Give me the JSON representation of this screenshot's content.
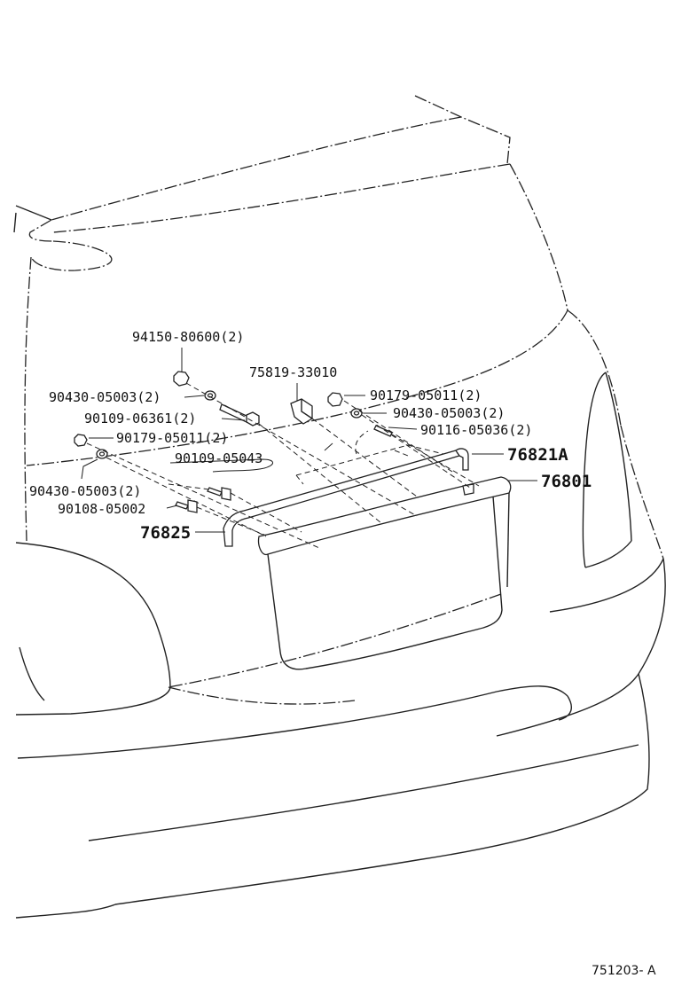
{
  "parts": {
    "p94150": "94150-80600(2)",
    "p75819": "75819-33010",
    "p90430a": "90430-05003(2)",
    "p90109a": "90109-06361(2)",
    "p90179a": "90179-05011(2)",
    "p90179b": "90179-05011(2)",
    "p90430b": "90430-05003(2)",
    "p90116": "90116-05036(2)",
    "p90109b": "90109-05043",
    "p90430c": "90430-05003(2)",
    "p90108": "90108-05002",
    "p76821A": "76821A",
    "p76801": "76801",
    "p76825": "76825"
  },
  "diagram_code": "751203- A"
}
